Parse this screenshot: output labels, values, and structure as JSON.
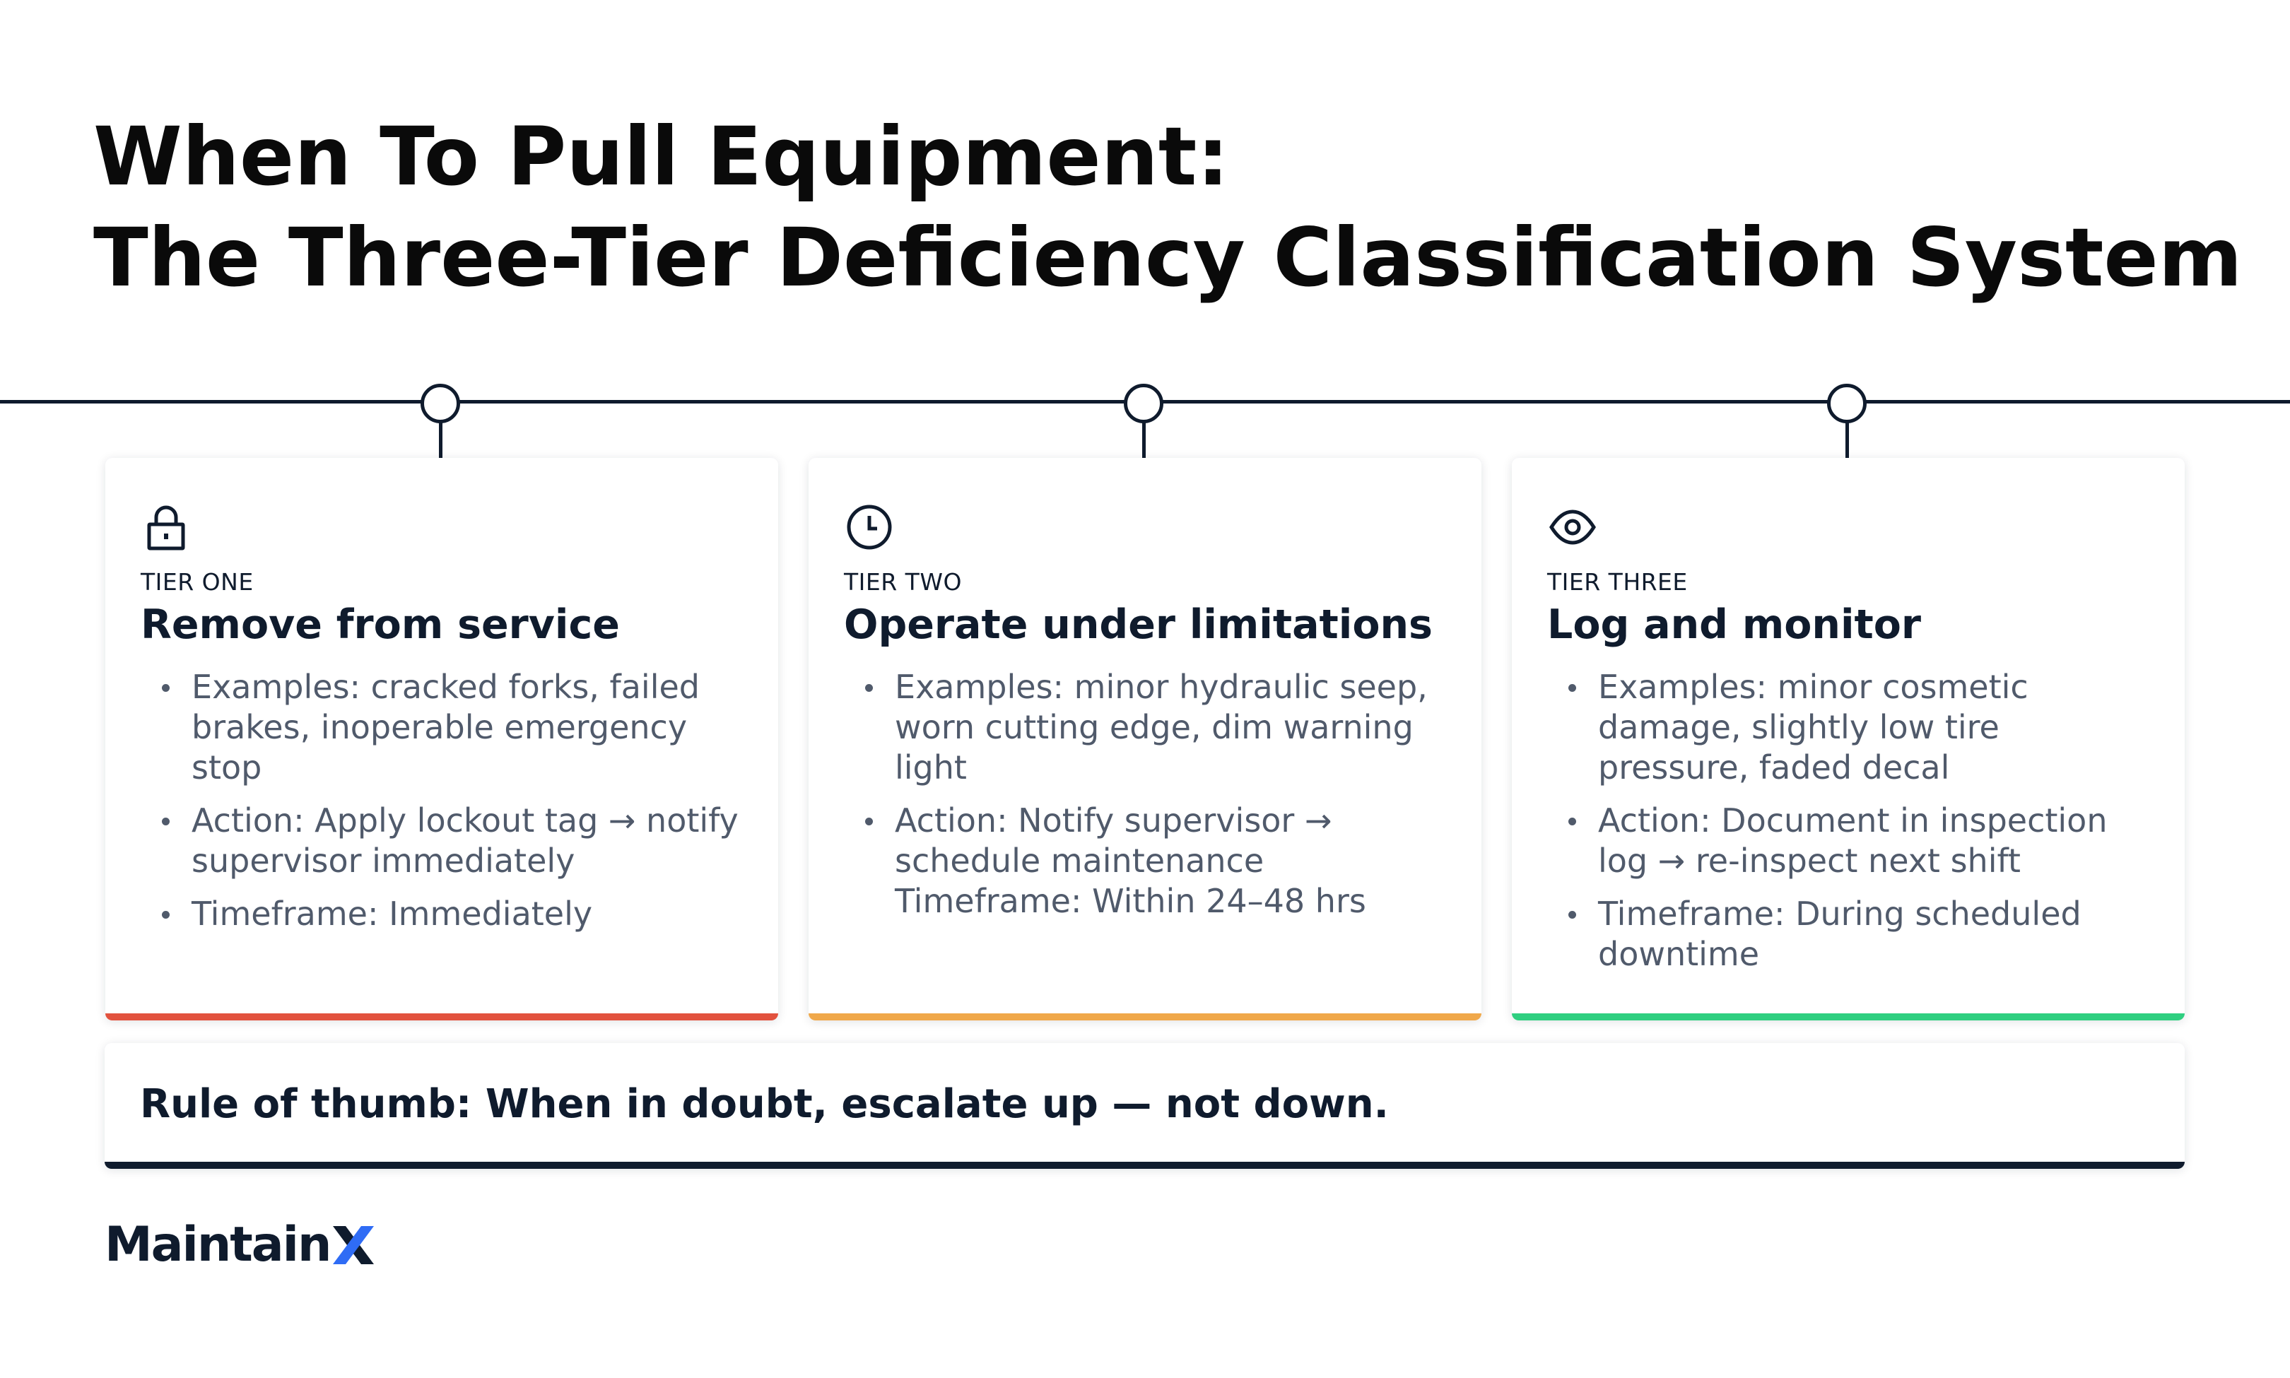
{
  "title": {
    "line1": "When To Pull Equipment:",
    "line2": "The Three-Tier Deficiency Classification System"
  },
  "tiers": [
    {
      "icon": "lock-icon",
      "label": "TIER ONE",
      "title": "Remove from service",
      "color": "#e2523e",
      "bullets": [
        "Examples: cracked forks, failed brakes, inoperable emergency stop",
        "Action: Apply lockout tag → notify supervisor immediately",
        "Timeframe: Immediately"
      ]
    },
    {
      "icon": "clock-icon",
      "label": "TIER TWO",
      "title": "Operate under limitations",
      "color": "#f0a84a",
      "bullets": [
        "Examples: minor hydraulic seep, worn cutting edge, dim warning light",
        "Action: Notify supervisor → schedule maintenance",
        "Timeframe: Within 24–48 hrs"
      ]
    },
    {
      "icon": "eye-icon",
      "label": "TIER THREE",
      "title": "Log and monitor",
      "color": "#2fcf80",
      "bullets": [
        "Examples: minor cosmetic damage, slightly low tire pressure, faded decal",
        "Action: Document in inspection log → re-inspect next shift",
        "Timeframe: During scheduled downtime"
      ]
    }
  ],
  "rule_of_thumb": "Rule of thumb: When in doubt, escalate up — not down.",
  "logo": {
    "word": "Maintain",
    "mark": "X",
    "brand_color": "#0f1b2d",
    "accent_color": "#2f6cf5"
  }
}
